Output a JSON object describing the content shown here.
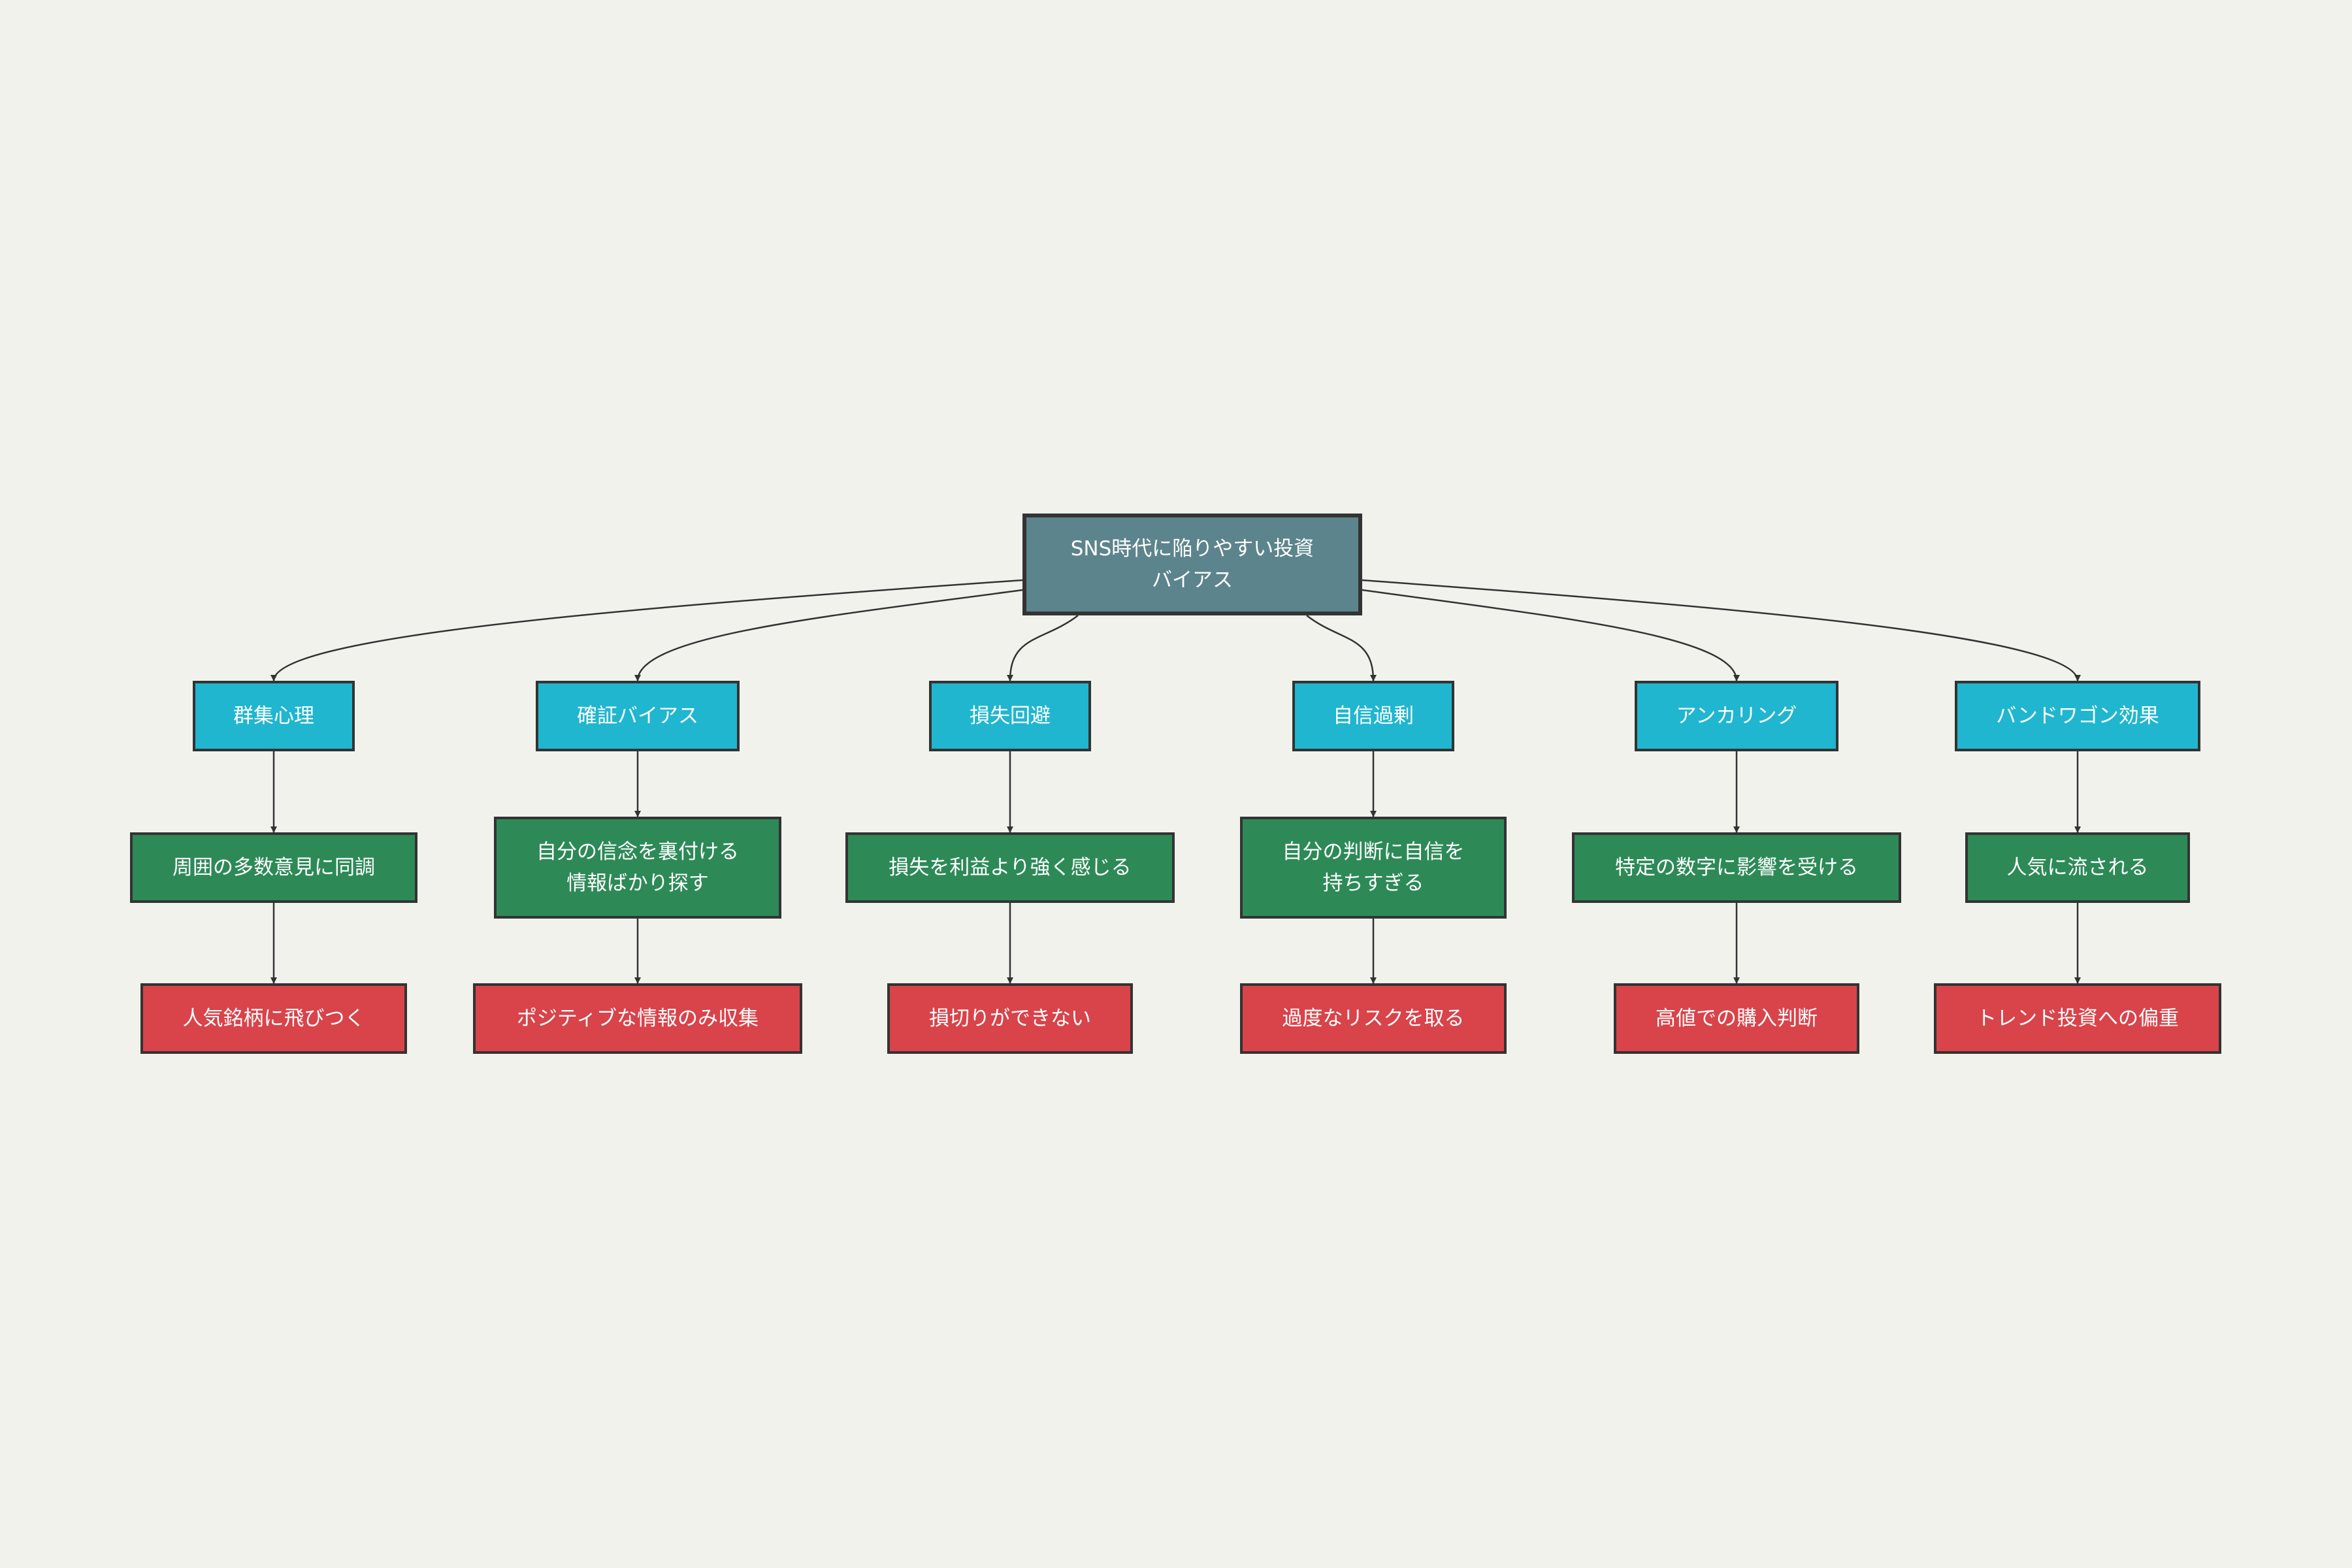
{
  "colors": {
    "background": "#f2f2ed",
    "root": "#5c848c",
    "bias": "#20b6cf",
    "description": "#2d8a57",
    "consequence": "#d9434a",
    "border": "#333333",
    "edge": "#333333"
  },
  "root": {
    "label": "SNS時代に陥りやすい投資\nバイアス"
  },
  "branches": [
    {
      "bias": "群集心理",
      "description": "周囲の多数意見に同調",
      "consequence": "人気銘柄に飛びつく"
    },
    {
      "bias": "確証バイアス",
      "description": "自分の信念を裏付ける\n情報ばかり探す",
      "consequence": "ポジティブな情報のみ収集"
    },
    {
      "bias": "損失回避",
      "description": "損失を利益より強く感じる",
      "consequence": "損切りができない"
    },
    {
      "bias": "自信過剰",
      "description": "自分の判断に自信を\n持ちすぎる",
      "consequence": "過度なリスクを取る"
    },
    {
      "bias": "アンカリング",
      "description": "特定の数字に影響を受ける",
      "consequence": "高値での購入判断"
    },
    {
      "bias": "バンドワゴン効果",
      "description": "人気に流される",
      "consequence": "トレンド投資への偏重"
    }
  ]
}
